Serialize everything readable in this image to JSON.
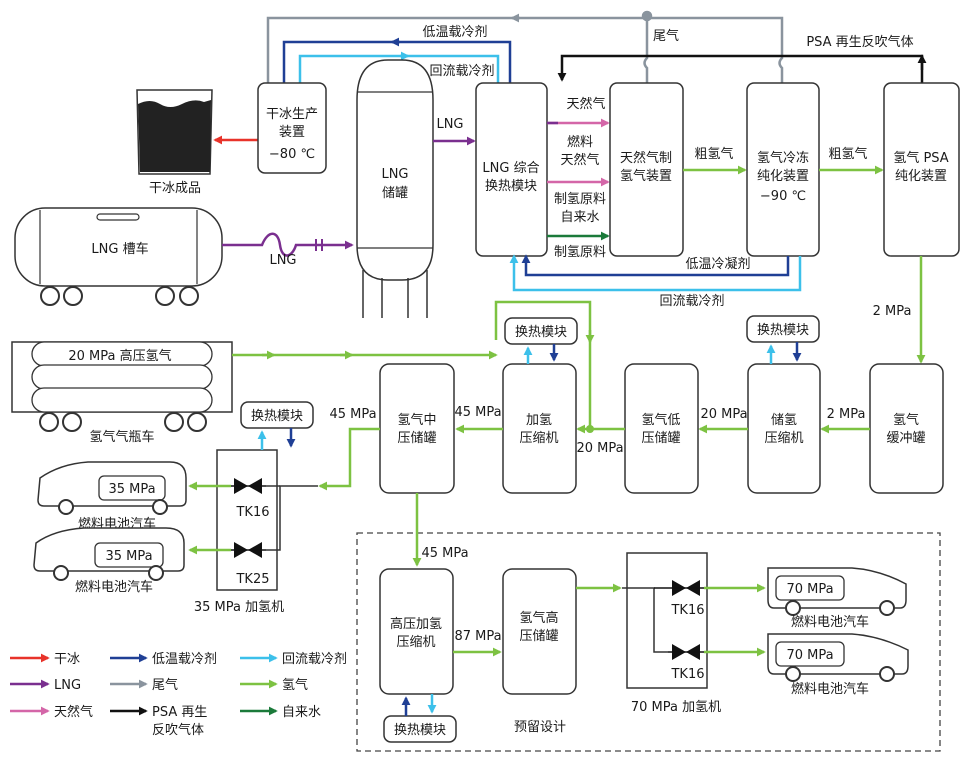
{
  "colors": {
    "dry_ice": "#e8332a",
    "low_temp_coolant": "#1f3f95",
    "reflux_coolant": "#3cc0ea",
    "lng": "#7a2f8f",
    "tail_gas": "#8a949e",
    "hydrogen": "#7dc242",
    "natural_gas": "#d466a8",
    "psa_gas": "#111111",
    "tap_water": "#1b7a3a",
    "box_stroke": "#333333"
  },
  "nodes": {
    "dry_ice_product": "干冰成品",
    "dry_ice_unit": [
      "干冰生产",
      "装置",
      "−80 ℃"
    ],
    "lng_tank": [
      "LNG",
      "储罐"
    ],
    "lng_truck": "LNG 槽车",
    "lng_hx": [
      "LNG 综合",
      "换热模块"
    ],
    "ng_reformer": [
      "天然气制",
      "氢气装置"
    ],
    "h2_cryo": [
      "氢气冷冻",
      "纯化装置",
      "−90 ℃"
    ],
    "h2_psa": [
      "氢气 PSA",
      "纯化装置"
    ],
    "h2_tube_trailer": "氢气气瓶车",
    "h2_tube_label": "20 MPa 高压氢气",
    "h2_buffer": [
      "氢气",
      "缓冲罐"
    ],
    "storage_compressor": [
      "储氢",
      "压缩机"
    ],
    "h2_low_tank": [
      "氢气低",
      "压储罐"
    ],
    "booster_compressor": [
      "加氢",
      "压缩机"
    ],
    "h2_mid_tank": [
      "氢气中",
      "压储罐"
    ],
    "hp_compressor": [
      "高压加氢",
      "压缩机"
    ],
    "h2_hp_tank": [
      "氢气高",
      "压储罐"
    ],
    "hx_module": "换热模块",
    "station_35": "35 MPa 加氢机",
    "station_70": "70 MPa 加氢机",
    "reserved_design": "预留设计",
    "fcv": "燃料电池汽车",
    "car_35": "35 MPa",
    "car_70": "70 MPa",
    "tk16": "TK16",
    "tk25": "TK25"
  },
  "flow_labels": {
    "lng": "LNG",
    "low_temp_coolant": "低温载冷剂",
    "reflux_coolant": "回流载冷剂",
    "tail_gas": "尾气",
    "psa_regen": "PSA 再生反吹气体",
    "natural_gas": "天然气",
    "fuel_ng": [
      "燃料",
      "天然气"
    ],
    "reform_feed": [
      "制氢原料",
      "自来水"
    ],
    "reform_feed2": "制氢原料",
    "crude_h2": "粗氢气",
    "low_temp_condensate": "低温冷凝剂",
    "p2": "2 MPa",
    "p20": "20 MPa",
    "p45": "45 MPa",
    "p87": "87 MPa"
  },
  "legend": [
    {
      "label": "干冰",
      "color": "#e8332a"
    },
    {
      "label": "低温载冷剂",
      "color": "#1f3f95"
    },
    {
      "label": "回流载冷剂",
      "color": "#3cc0ea"
    },
    {
      "label": "LNG",
      "color": "#7a2f8f"
    },
    {
      "label": "尾气",
      "color": "#8a949e"
    },
    {
      "label": "氢气",
      "color": "#7dc242"
    },
    {
      "label": "天然气",
      "color": "#d466a8"
    },
    {
      "label": "PSA 再生",
      "label2": "反吹气体",
      "color": "#111111"
    },
    {
      "label": "自来水",
      "color": "#1b7a3a"
    }
  ]
}
